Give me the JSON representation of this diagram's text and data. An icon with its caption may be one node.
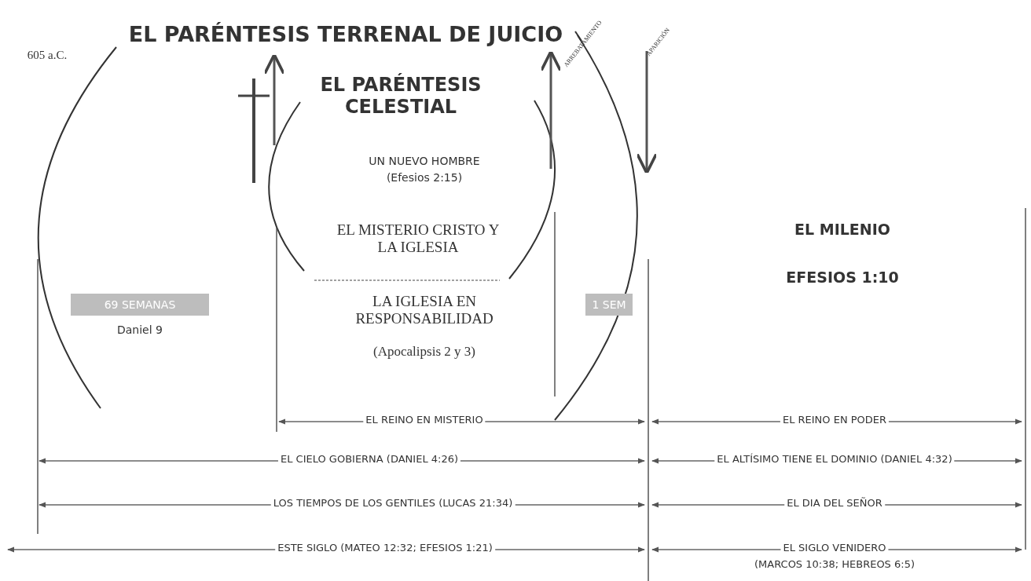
{
  "diagram": {
    "title": "EL PARÉNTESIS TERRENAL DE JUICIO",
    "nodes": [
      {
        "text": [
          "69 SEMANAS"
        ],
        "beside": [
          "Daniel 9"
        ]
      },
      {
        "text": [
          "1 SEM"
        ]
      }
    ],
    "labels": [
      "605 a.C.",
      "ARREBATAMIENTO",
      "APARICIÓN",
      "EL PARÉNTESIS CELESTIAL",
      "UN NUEVO HOMBRE",
      "(Efesios 2:15)",
      "EL MISTERIO CRISTO Y LA IGLESIA",
      "EL MILENIO",
      "EFESIOS 1:10",
      "LA IGLESIA EN RESPONSABILIDAD",
      "(Apocalipsis 2 y 3)",
      "EL REINO EN MISTERIO",
      "EL REINO EN PODER",
      "EL CIELO GOBIERNA (DANIEL 4:26)",
      "EL ALTÍSIMO TIENE EL DOMINIO (DANIEL 4:32)",
      "LOS TIEMPOS DE LOS GENTILES (LUCAS 21:34)",
      "EL DIA DEL SEÑOR",
      "ESTE SIGLO (MATEO 12:32; EFESIOS 1:21)",
      "EL SIGLO VENIDERO",
      "(MARCOS 10:38; HEBREOS 6:5)"
    ]
  }
}
